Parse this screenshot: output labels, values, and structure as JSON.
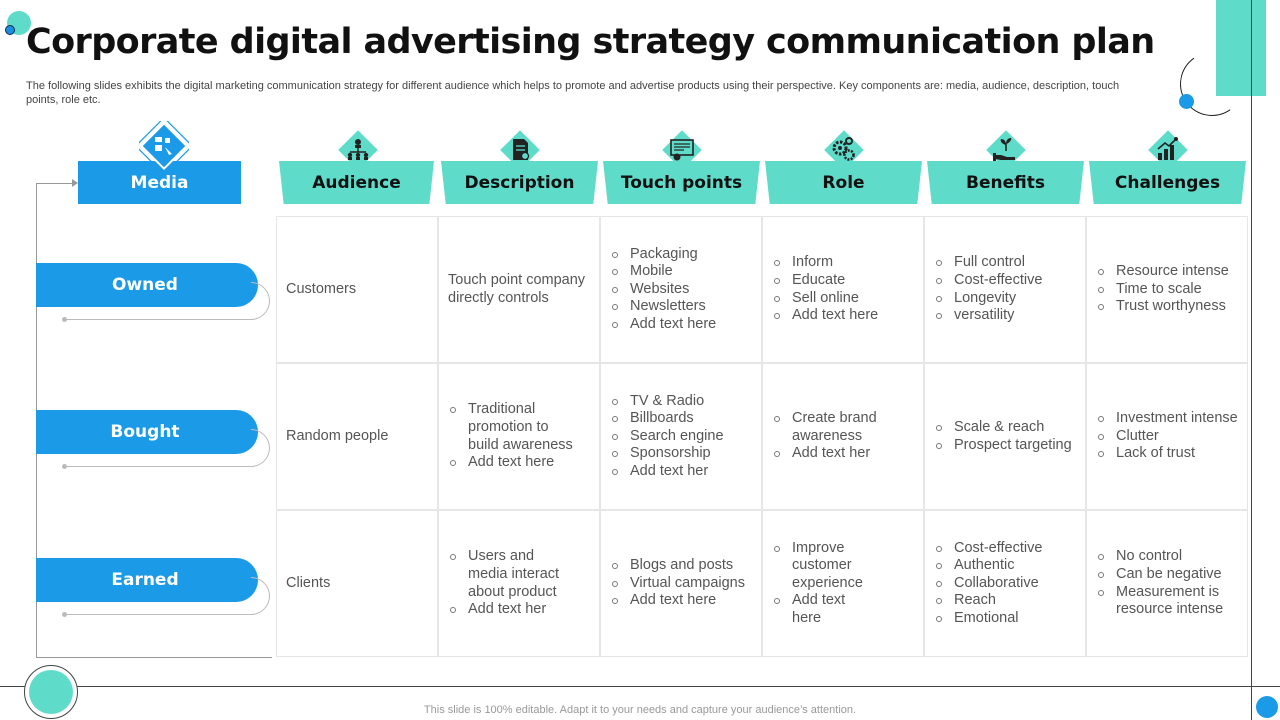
{
  "title": "Corporate digital advertising strategy communication plan",
  "subtitle": "The following slides exhibits the digital marketing communication strategy for different audience which helps to promote and advertise products using their perspective. Key components are: media, audience, description, touch points, role etc.",
  "footer": "This slide is 100% editable. Adapt it to your needs and capture your audience’s attention.",
  "colors": {
    "teal": "#5fdcc9",
    "blue": "#1b9ae8",
    "title": "#111111",
    "text": "#555555"
  },
  "media_header": {
    "label": "Media",
    "icon": "media-icon"
  },
  "columns": [
    {
      "label": "Audience",
      "icon": "network-icon"
    },
    {
      "label": "Description",
      "icon": "document-icon"
    },
    {
      "label": "Touch points",
      "icon": "touch-screen-icon"
    },
    {
      "label": "Role",
      "icon": "gears-icon"
    },
    {
      "label": "Benefits",
      "icon": "hand-plant-icon"
    },
    {
      "label": "Challenges",
      "icon": "growth-chart-icon"
    }
  ],
  "rows": [
    {
      "label": "Owned",
      "audience": "Customers",
      "description_text": "Touch point company directly controls",
      "touch_points": [
        "Packaging",
        "Mobile",
        "Websites",
        "Newsletters",
        "Add text here"
      ],
      "role": [
        "Inform",
        "Educate",
        "Sell online",
        "Add text here"
      ],
      "benefits": [
        "Full control",
        "Cost-effective",
        "Longevity",
        "versatility"
      ],
      "challenges": [
        "Resource intense",
        "Time to scale",
        "Trust worthyness"
      ]
    },
    {
      "label": "Bought",
      "audience": "Random people",
      "description": [
        "Traditional promotion to build awareness",
        "Add text here"
      ],
      "touch_points": [
        "TV & Radio",
        "Billboards",
        "Search engine",
        "Sponsorship",
        "Add text her"
      ],
      "role": [
        "Create brand awareness",
        "Add text her"
      ],
      "benefits": [
        "Scale & reach",
        "Prospect targeting"
      ],
      "challenges": [
        "Investment intense",
        "Clutter",
        "Lack of trust"
      ]
    },
    {
      "label": "Earned",
      "audience": "Clients",
      "description": [
        "Users and media interact about product",
        "Add text her"
      ],
      "touch_points": [
        "Blogs and posts",
        "Virtual campaigns",
        "Add text here"
      ],
      "role": [
        "Improve customer experience",
        "Add text here"
      ],
      "benefits": [
        "Cost-effective",
        "Authentic",
        "Collaborative",
        "Reach",
        "Emotional"
      ],
      "challenges": [
        "No control",
        "Can be negative",
        "Measurement is resource intense"
      ]
    }
  ]
}
